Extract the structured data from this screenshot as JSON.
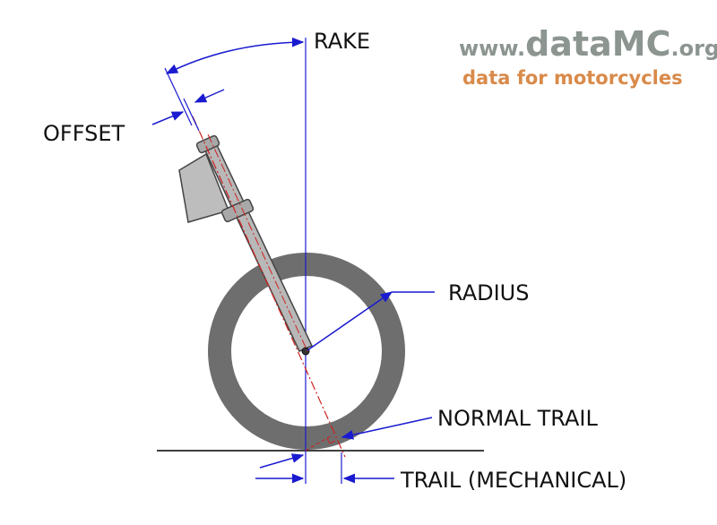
{
  "labels": {
    "rake": "RAKE",
    "offset": "OFFSET",
    "radius": "RADIUS",
    "normal_trail": "NORMAL TRAIL",
    "trail_mechanical": "TRAIL (MECHANICAL)"
  },
  "brand": {
    "prefix": "www.",
    "name": "dataMC",
    "suffix": ".org",
    "tagline": "data for motorcycles"
  },
  "colors": {
    "brand_gray": "#8c9590",
    "brand_orange": "#d98a4a",
    "annotation_blue": "#1a1ad0",
    "axis_red": "#d02020",
    "tire_gray": "#6e6e6e",
    "fork_gray": "#b8b8b8"
  }
}
